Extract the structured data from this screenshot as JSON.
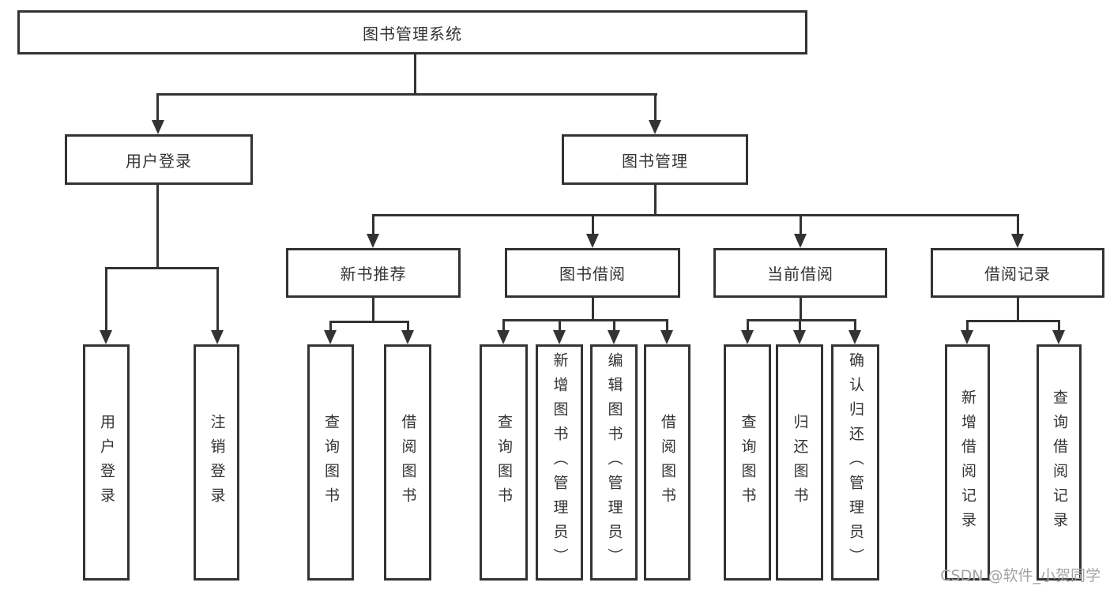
{
  "diagram": {
    "title": "图书管理系统",
    "root": "图书管理系统",
    "branches": [
      {
        "label": "用户登录",
        "children": [
          "用户登录",
          "注销登录"
        ]
      },
      {
        "label": "图书管理",
        "children": [
          {
            "label": "新书推荐",
            "children": [
              "查询图书",
              "借阅图书"
            ]
          },
          {
            "label": "图书借阅",
            "children": [
              "查询图书",
              "新增图书（管理员）",
              "编辑图书（管理员）",
              "借阅图书"
            ]
          },
          {
            "label": "当前借阅",
            "children": [
              "查询图书",
              "归还图书",
              "确认归还（管理员）"
            ]
          },
          {
            "label": "借阅记录",
            "children": [
              "新增借阅记录",
              "查询借阅记录"
            ]
          }
        ]
      }
    ]
  },
  "watermark": {
    "text": "CSDN @软件_小贺同学",
    "color": "#a3a3a3"
  },
  "colors": {
    "line": "#333333",
    "border": "#333333",
    "text": "#333333",
    "box_background": "#ffffff",
    "page_background": "#ffffff"
  }
}
